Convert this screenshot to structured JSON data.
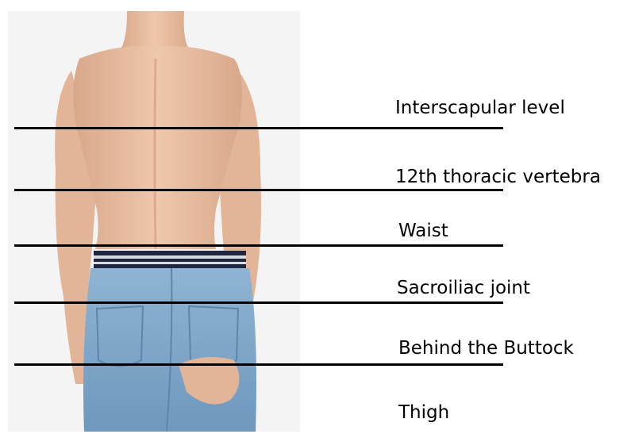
{
  "diagram": {
    "levels": [
      {
        "id": "interscapular",
        "label": "Interscapular level"
      },
      {
        "id": "t12",
        "label": "12th thoracic vertebra"
      },
      {
        "id": "waist",
        "label": "Waist"
      },
      {
        "id": "sacroiliac",
        "label": "Sacroiliac joint"
      },
      {
        "id": "buttock",
        "label": "Behind the Buttock"
      },
      {
        "id": "thigh",
        "label": "Thigh"
      }
    ]
  },
  "colors": {
    "line": "#000000",
    "text": "#000000",
    "background": "#f4f4f4",
    "skin": "#e9bfa3",
    "denim": "#7ea6c8",
    "belt": "#1f2742"
  }
}
